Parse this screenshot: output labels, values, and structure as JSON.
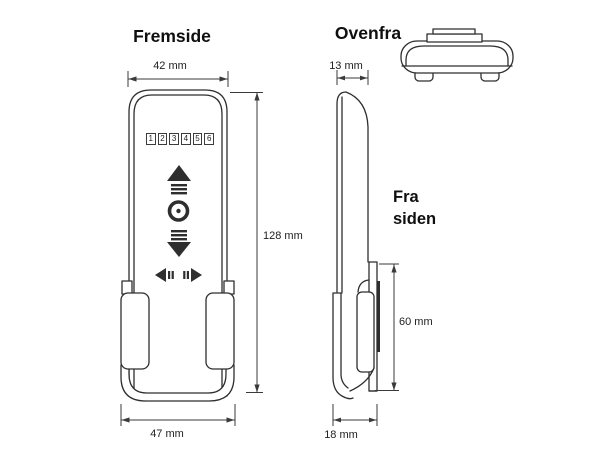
{
  "colors": {
    "line": "#2e2e2e",
    "text": "#0f0f0f",
    "dim_text": "#222222",
    "background": "#ffffff"
  },
  "views": {
    "front": {
      "title": "Fremside",
      "width_label": "42 mm",
      "height_label": "128 mm",
      "bracket_width_label": "47 mm",
      "channel_labels": [
        "1",
        "2",
        "3",
        "4",
        "5",
        "6"
      ]
    },
    "top": {
      "title": "Ovenfra"
    },
    "side": {
      "title": "Fra siden",
      "thickness_label": "13 mm",
      "bracket_height_label": "60 mm",
      "depth_label": "18 mm"
    }
  }
}
